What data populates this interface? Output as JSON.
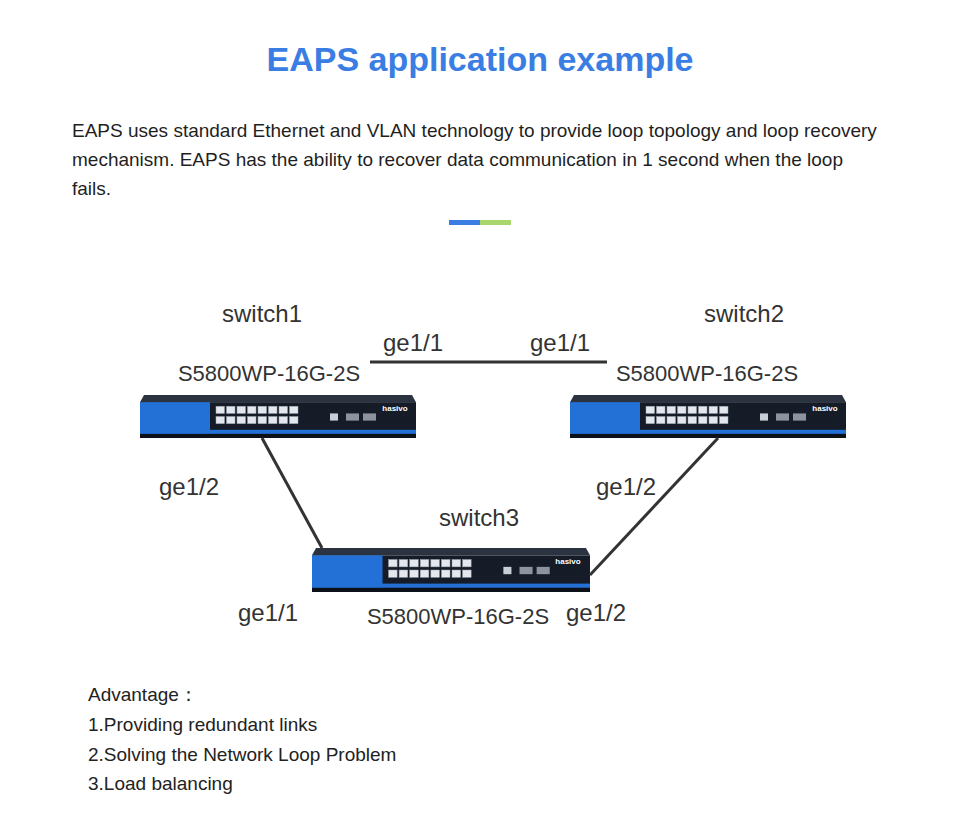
{
  "diagram": {
    "title": "EAPS application example",
    "nodes": [
      {
        "text": [
          "switch1",
          "S5800WP-16G-2S",
          "hasivo"
        ]
      },
      {
        "text": [
          "switch2",
          "S5800WP-16G-2S",
          "hasivo"
        ]
      },
      {
        "text": [
          "switch3",
          "S5800WP-16G-2S",
          "hasivo"
        ]
      }
    ],
    "edges": [
      {
        "from": 0,
        "to": 1,
        "arrow": "none"
      },
      {
        "from": 0,
        "to": 2,
        "arrow": "none"
      },
      {
        "from": 1,
        "to": 2,
        "arrow": "none"
      }
    ],
    "labels": [
      "EAPS uses standard Ethernet and VLAN technology to provide loop topology and loop recovery mechanism. EAPS has the ability to recover data communication in 1 second when the loop fails.",
      "ge1/1",
      "ge1/1",
      "ge1/2",
      "ge1/2",
      "ge1/1",
      "ge1/2",
      "Advantage：",
      "1.Providing redundant links",
      "2.Solving the Network Loop Problem",
      "3.Load balancing"
    ]
  }
}
